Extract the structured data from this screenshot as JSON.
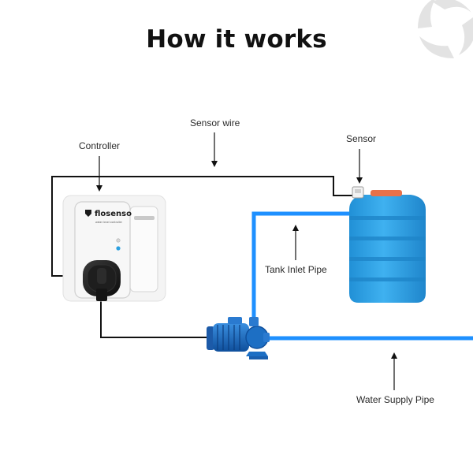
{
  "title": "How it works",
  "labels": {
    "controller": "Controller",
    "sensor_wire": "Sensor wire",
    "sensor": "Sensor",
    "tank_inlet_pipe": "Tank Inlet Pipe",
    "water_supply_pipe": "Water Supply Pipe"
  },
  "controller_device": {
    "brand": "flosenso",
    "tagline": "water level controller"
  },
  "colors": {
    "pipe": "#1e90ff",
    "wire": "#111111",
    "tank": "#2a9fe0",
    "pump": "#1763b8",
    "device": "#f2f2f2"
  },
  "icons": [
    "brand-swirl-logo",
    "flosenso-logo-icon",
    "indicator-led-icon"
  ]
}
